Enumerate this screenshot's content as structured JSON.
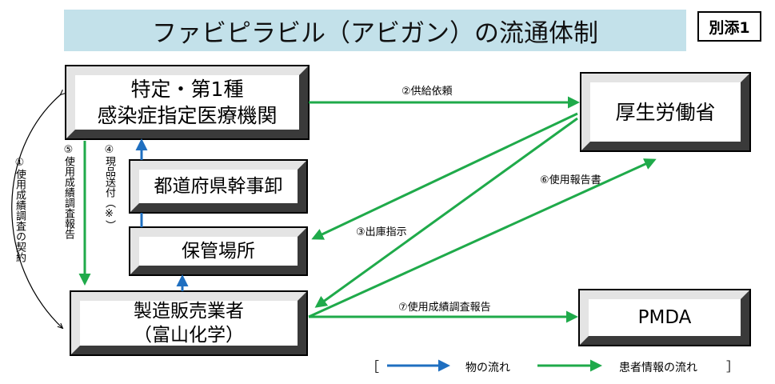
{
  "title": "ファビピラビル（アビガン）の流通体制",
  "attachment": "別添1",
  "boxes": {
    "hospital_line1": "特定・第1種",
    "hospital_line2": "感染症指定医療機関",
    "mhlw": "厚生労働省",
    "prefecture": "都道府県幹事卸",
    "storage": "保管場所",
    "manufacturer_line1": "製造販売業者",
    "manufacturer_line2": "（富山化学）",
    "pmda": "PMDA"
  },
  "labels": {
    "supply_request": "②供給依頼",
    "delivery_order": "③出庫指示",
    "usage_report": "⑥使用報告書",
    "survey_report": "⑦使用成績調査報告",
    "contract": "①使用成績調査の契約",
    "survey_report_vertical": "⑤使用成績調査報告",
    "shipment": "④現品送付（※）"
  },
  "legend": {
    "open_bracket": "［",
    "goods_flow": "物の流れ",
    "info_flow": "患者情報の流れ",
    "close_bracket": "］"
  },
  "colors": {
    "goods_arrow": "#1f6fc0",
    "info_arrow": "#1faa4a",
    "title_bg": "#c3e1ea"
  }
}
